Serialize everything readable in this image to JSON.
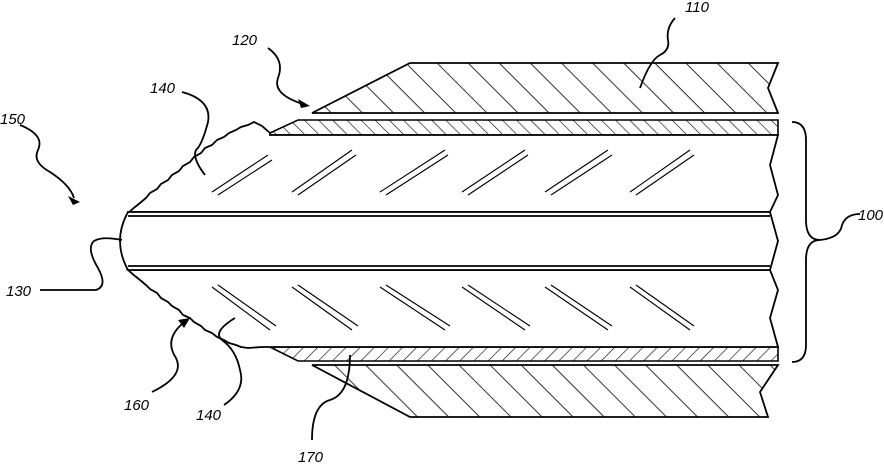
{
  "figure": {
    "labels": {
      "l100": "100",
      "l110": "110",
      "l120": "120",
      "l130": "130",
      "l140a": "140",
      "l140b": "140",
      "l150": "150",
      "l160": "160",
      "l170": "170"
    },
    "colors": {
      "ink": "#000000",
      "paper": "#ffffff"
    }
  }
}
